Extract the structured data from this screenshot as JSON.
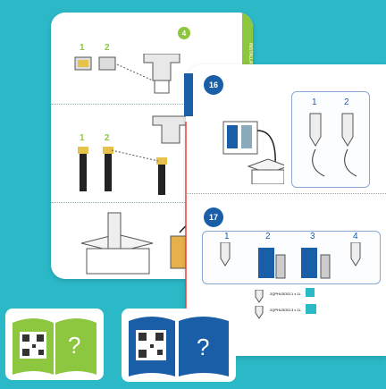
{
  "page_left": {
    "badge_top": "4",
    "step4_numbers": [
      "1",
      "2"
    ],
    "step5_numbers": [
      "1",
      "2"
    ],
    "side_label": "INSTALLATION GUIDE"
  },
  "page_right": {
    "step16": "16",
    "step16_numbers": [
      "1",
      "2"
    ],
    "step17": "17",
    "step17_numbers": [
      "1",
      "2",
      "3",
      "4"
    ],
    "legend": [
      {
        "code": "2QPHU3O01",
        "qty": "1 x 1L"
      },
      {
        "code": "2QPHU3O01",
        "qty": "3 x 1L"
      }
    ]
  },
  "bottom": {
    "left_book_symbol": "?",
    "right_book_symbol": "?"
  },
  "colors": {
    "background": "#2bb8c7",
    "green": "#8dc63f",
    "blue": "#1a5ea8"
  }
}
